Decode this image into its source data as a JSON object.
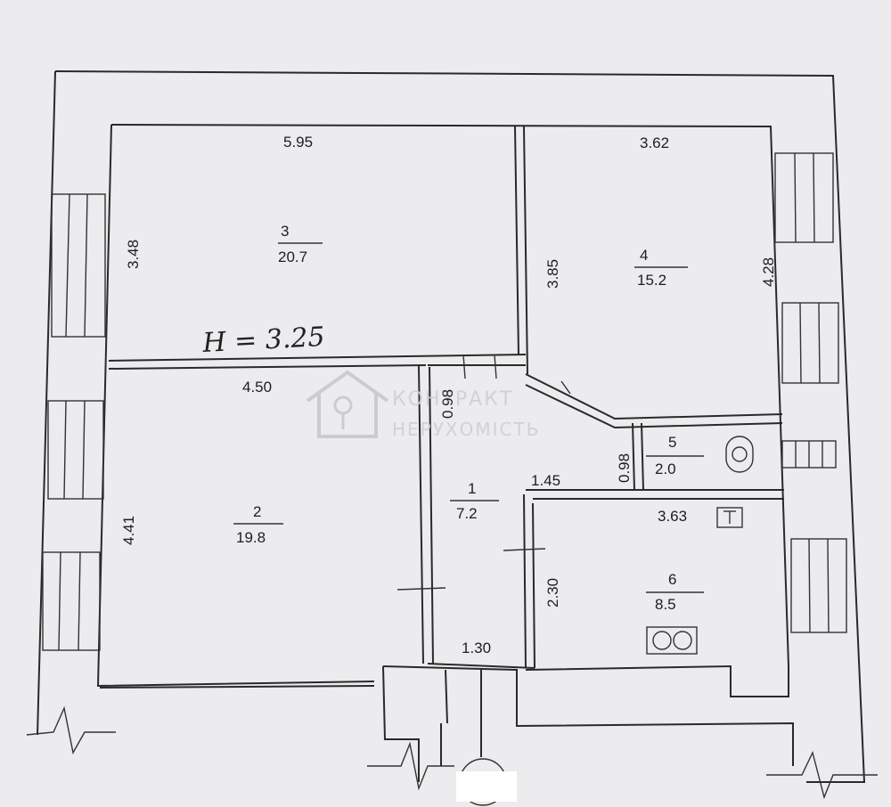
{
  "plan": {
    "ceiling_note": "H = 3.25",
    "watermark": {
      "line1": "КОНТРАКТ",
      "line2": "НЕРУХОМІСТЬ"
    },
    "rooms": [
      {
        "id": "1",
        "number": "1",
        "area": "7.2"
      },
      {
        "id": "2",
        "number": "2",
        "area": "19.8"
      },
      {
        "id": "3",
        "number": "3",
        "area": "20.7"
      },
      {
        "id": "4",
        "number": "4",
        "area": "15.2"
      },
      {
        "id": "5",
        "number": "5",
        "area": "2.0"
      },
      {
        "id": "6",
        "number": "6",
        "area": "8.5"
      }
    ],
    "dimensions": {
      "room3_width": "5.95",
      "room3_height": "3.48",
      "room4_width": "3.62",
      "room4_height_left": "3.85",
      "room4_height_right": "4.28",
      "room2_width": "4.50",
      "room2_height": "4.41",
      "room1_top": "0.98",
      "room1_kitchen_edge": "1.45",
      "room5_height": "0.98",
      "room6_width": "3.63",
      "room6_height": "2.30",
      "room1_bottom": "1.30"
    }
  }
}
